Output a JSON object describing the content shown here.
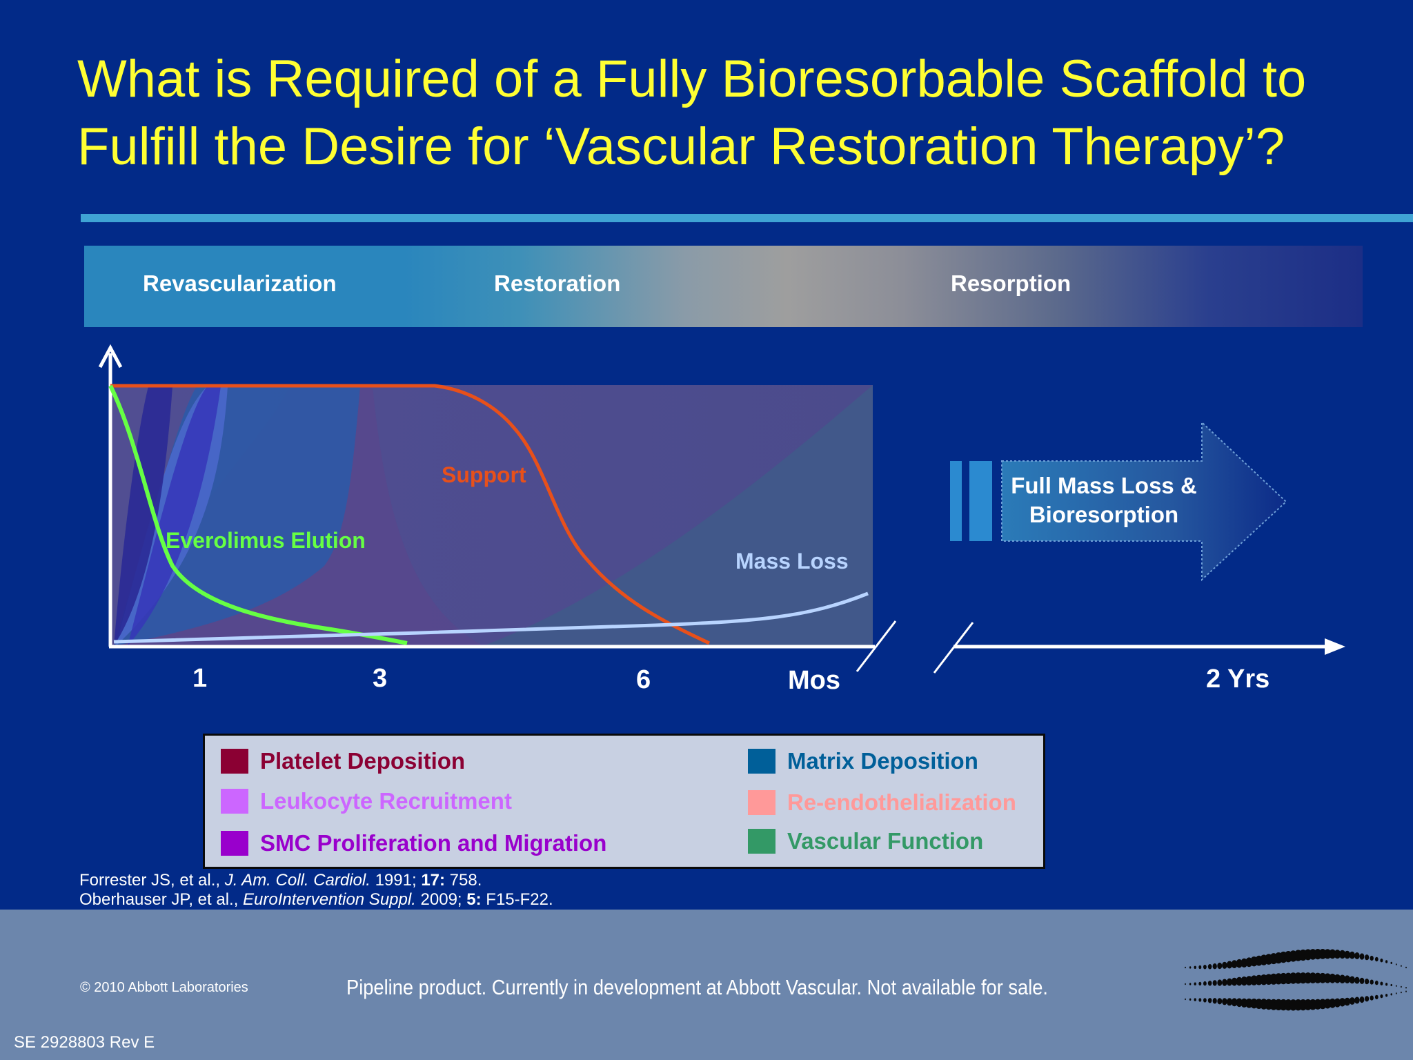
{
  "slide": {
    "title_line1": "What is Required of a Fully Bioresorbable Scaffold to",
    "title_line2": "Fulfill the Desire for ‘Vascular Restoration Therapy’?"
  },
  "phases": [
    "Revascularization",
    "Restoration",
    "Resorption"
  ],
  "axis": {
    "ticks": [
      "1",
      "3",
      "6",
      "Mos",
      "2 Yrs"
    ]
  },
  "curves": {
    "support": "Support",
    "everolimus": "Everolimus Elution",
    "mass_loss": "Mass Loss"
  },
  "arrow_text": {
    "line1": "Full Mass Loss &",
    "line2": "Bioresorption"
  },
  "legend": [
    {
      "label": "Platelet Deposition",
      "color": "#8b0033"
    },
    {
      "label": "Leukocyte Recruitment",
      "color": "#cc66ff"
    },
    {
      "label": "SMC Proliferation and Migration",
      "color": "#9900cc"
    },
    {
      "label": "Matrix Deposition",
      "color": "#005f99"
    },
    {
      "label": "Re-endothelialization",
      "color": "#ff9999"
    },
    {
      "label": "Vascular Function",
      "color": "#339966"
    }
  ],
  "references": {
    "ref1_authors": "Forrester JS, et al., ",
    "ref1_journal": "J. Am. Coll. Cardiol.",
    "ref1_year": " 1991; ",
    "ref1_vol": "17:",
    "ref1_pages": " 758.",
    "ref2_authors": "Oberhauser JP, et al., ",
    "ref2_journal": "EuroIntervention Suppl.",
    "ref2_year": " 2009; ",
    "ref2_vol": "5:",
    "ref2_pages": " F15-F22."
  },
  "footer": {
    "copyright": "© 2010 Abbott Laboratories",
    "disclaimer": "Pipeline product. Currently in development at Abbott Vascular. Not available for sale.",
    "doc_id": "SE 2928803 Rev E"
  },
  "colors": {
    "background": "#022a88",
    "title": "#ffff33",
    "support_curve": "#e8501a",
    "everolimus_curve": "#66ff44",
    "mass_loss_curve": "#b8d4ff"
  }
}
